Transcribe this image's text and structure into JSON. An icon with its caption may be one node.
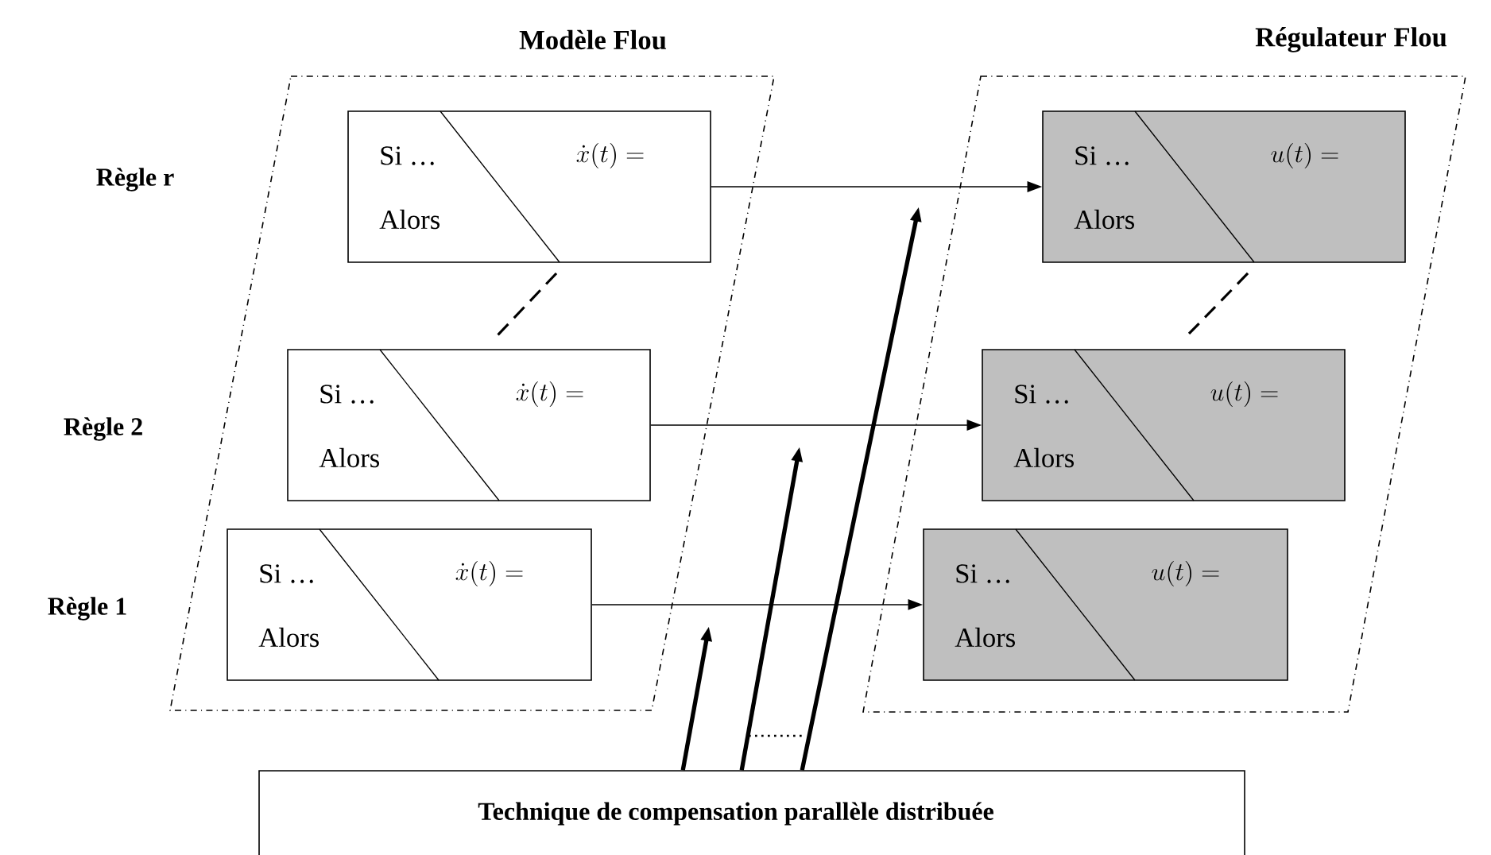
{
  "diagram": {
    "nodes": [
      {
        "text": [
          "Modèle Flou"
        ]
      },
      {
        "text": [
          "Régulateur Flou"
        ]
      },
      {
        "text": [
          "Si …",
          "Alors",
          "\\dot{x}(t) ="
        ],
        "in": 0
      },
      {
        "text": [
          "Si …",
          "Alors",
          "\\dot{x}(t) ="
        ],
        "in": 0
      },
      {
        "text": [
          "Si …",
          "Alors",
          "\\dot{x}(t) ="
        ],
        "in": 0
      },
      {
        "text": [
          "Si …",
          "Alors",
          "u(t) ="
        ],
        "in": 1
      },
      {
        "text": [
          "Si …",
          "Alors",
          "u(t) ="
        ],
        "in": 1
      },
      {
        "text": [
          "Si …",
          "Alors",
          "u(t) ="
        ],
        "in": 1
      },
      {
        "text": [
          "Technique de compensation  parallèle distribuée"
        ]
      }
    ],
    "edges": [
      {
        "from": 2,
        "to": 5,
        "arrow": "to"
      },
      {
        "from": 3,
        "to": 6,
        "arrow": "to"
      },
      {
        "from": 4,
        "to": 7,
        "arrow": "to"
      },
      {
        "from": 8,
        "to": null,
        "arrow": "to",
        "style": "thick"
      },
      {
        "from": 8,
        "to": null,
        "arrow": "to",
        "style": "thick"
      },
      {
        "from": 8,
        "to": null,
        "arrow": "to",
        "style": "thick"
      }
    ],
    "labels": [
      "Règle r",
      "Règle 2",
      "Règle 1"
    ]
  }
}
